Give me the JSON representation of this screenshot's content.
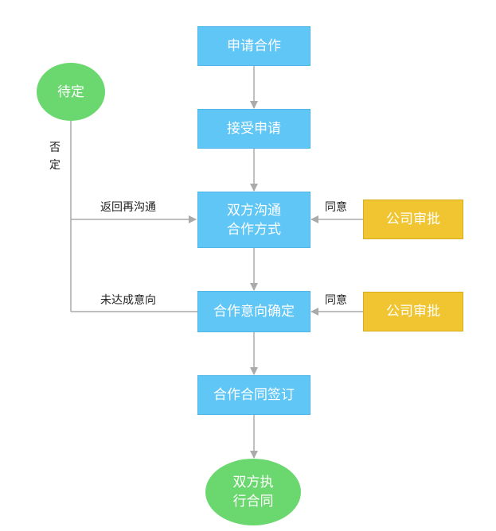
{
  "nodes": {
    "apply": "申请合作",
    "accept": "接受申请",
    "negotiate_line1": "双方沟通",
    "negotiate_line2": "合作方式",
    "confirm": "合作意向确定",
    "sign": "合作合同签订",
    "execute_line1": "双方执",
    "execute_line2": "行合同",
    "pending": "待定",
    "approval_1": "公司审批",
    "approval_2": "公司审批"
  },
  "edges": {
    "reject_char1": "否",
    "reject_char2": "定",
    "return_label": "返回再沟通",
    "not_reached_label": "未达成意向",
    "agree_1": "同意",
    "agree_2": "同意"
  },
  "colors": {
    "process_box": "#5fc6f6",
    "approval_box": "#f0c531",
    "terminal_node": "#6bd86f",
    "connector": "#aaaaaa"
  }
}
